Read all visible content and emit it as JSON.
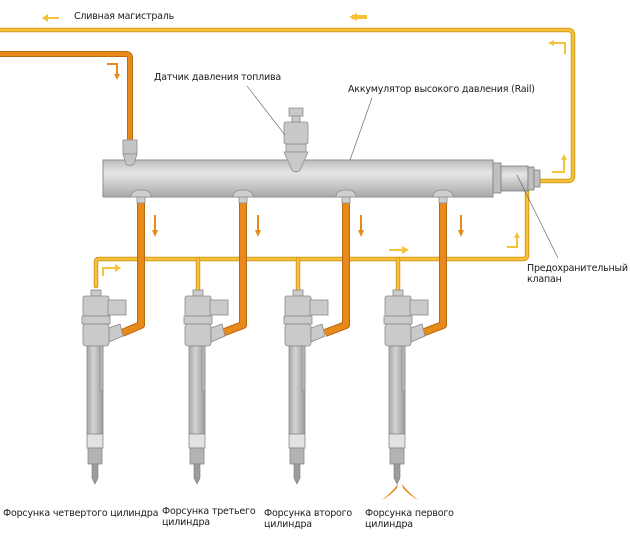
{
  "title": "Common Rail fuel system diagram",
  "labels": {
    "return_line": "Сливная магистраль",
    "pressure_sensor": "Датчик давления топлива",
    "rail": "Аккумулятор высокого давления (Rail)",
    "relief_valve_line1": "Предохранительный",
    "relief_valve_line2": "клапан",
    "injector4": "Форсунка четвертого цилиндра",
    "injector3_line1": "Форсунка третьего",
    "injector3_line2": "цилиндра",
    "injector2_line1": "Форсунка второго",
    "injector2_line2": "цилиндра",
    "injector1_line1": "Форсунка первого",
    "injector1_line2": "цилиндра"
  },
  "colors": {
    "high_pressure": "#e8891c",
    "return_flow": "#f6c23a",
    "metal": "#c9c9c9",
    "metal_dark": "#8e8e8e",
    "spray": "#e8891c"
  },
  "injectors": [
    {
      "id": "injector-4",
      "cylinder": 4
    },
    {
      "id": "injector-3",
      "cylinder": 3
    },
    {
      "id": "injector-2",
      "cylinder": 2
    },
    {
      "id": "injector-1",
      "cylinder": 1,
      "spraying": true
    }
  ]
}
